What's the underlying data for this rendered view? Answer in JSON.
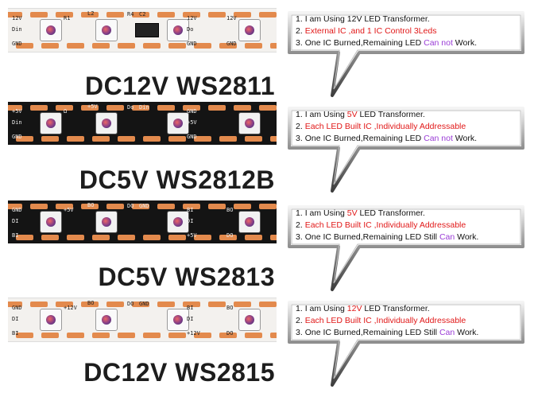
{
  "products": [
    {
      "title": "DC12V WS2811",
      "strip_style": "white",
      "strip_labels": [
        "12V",
        "Din",
        "GND",
        "R1",
        "L2",
        "R4",
        "C2",
        "12V",
        "Do",
        "GND",
        "12V",
        "GND"
      ],
      "lines": [
        {
          "num": "1. ",
          "parts": [
            {
              "t": "I am Using 12V LED Transformer.",
              "c": ""
            }
          ]
        },
        {
          "num": "2. ",
          "parts": [
            {
              "t": "External IC ,and 1 IC Control 3Leds",
              "c": "red"
            }
          ]
        },
        {
          "num": "3. ",
          "parts": [
            {
              "t": "One IC Burned,Remaining LED ",
              "c": ""
            },
            {
              "t": "Can not",
              "c": "purple"
            },
            {
              "t": " Work.",
              "c": ""
            }
          ]
        }
      ]
    },
    {
      "title": "DC5V WS2812B",
      "strip_style": "black",
      "strip_labels": [
        "+5V",
        "Din",
        "GND",
        "Ω",
        "+5V",
        "Do",
        "Din",
        "GND",
        "+5V",
        "GND"
      ],
      "lines": [
        {
          "num": "1. ",
          "parts": [
            {
              "t": "I am Using ",
              "c": ""
            },
            {
              "t": "5V",
              "c": "red"
            },
            {
              "t": " LED Transformer.",
              "c": ""
            }
          ]
        },
        {
          "num": "2. ",
          "parts": [
            {
              "t": "Each LED Built IC ,Individually Addressable",
              "c": "red"
            }
          ]
        },
        {
          "num": "3. ",
          "parts": [
            {
              "t": "One IC Burned,Remaining LED ",
              "c": ""
            },
            {
              "t": "Can not",
              "c": "purple"
            },
            {
              "t": " Work.",
              "c": ""
            }
          ]
        }
      ]
    },
    {
      "title": "DC5V WS2813",
      "strip_style": "black",
      "strip_labels": [
        "GND",
        "DI",
        "BI",
        "+5V",
        "BO",
        "DO",
        "GND",
        "BI",
        "DI",
        "+5V",
        "BO",
        "DO"
      ],
      "lines": [
        {
          "num": "1. ",
          "parts": [
            {
              "t": "I am Using ",
              "c": ""
            },
            {
              "t": "5V",
              "c": "red"
            },
            {
              "t": " LED Transformer.",
              "c": ""
            }
          ]
        },
        {
          "num": "2. ",
          "parts": [
            {
              "t": "Each LED Built IC ,Individually Addressable",
              "c": "red"
            }
          ]
        },
        {
          "num": "3. ",
          "parts": [
            {
              "t": "One IC Burned,Remaining LED Still ",
              "c": ""
            },
            {
              "t": "Can",
              "c": "purple"
            },
            {
              "t": " Work.",
              "c": ""
            }
          ]
        }
      ]
    },
    {
      "title": "DC12V WS2815",
      "strip_style": "white",
      "strip_labels": [
        "GND",
        "DI",
        "BI",
        "+12V",
        "BO",
        "DO",
        "GND",
        "BI",
        "DI",
        "+12V",
        "BO",
        "DO"
      ],
      "lines": [
        {
          "num": "1. ",
          "parts": [
            {
              "t": "I am Using ",
              "c": ""
            },
            {
              "t": "12V",
              "c": "red"
            },
            {
              "t": " LED Transformer.",
              "c": ""
            }
          ]
        },
        {
          "num": "2. ",
          "parts": [
            {
              "t": "Each LED Built IC ,Individually Addressable",
              "c": "red"
            }
          ]
        },
        {
          "num": "3. ",
          "parts": [
            {
              "t": "One IC Burned,Remaining LED Still ",
              "c": ""
            },
            {
              "t": "Can",
              "c": "purple"
            },
            {
              "t": " Work.",
              "c": ""
            }
          ]
        }
      ]
    }
  ],
  "colors": {
    "red": "#e11818",
    "purple": "#9a3cd6",
    "pad": "#e38a4d"
  }
}
